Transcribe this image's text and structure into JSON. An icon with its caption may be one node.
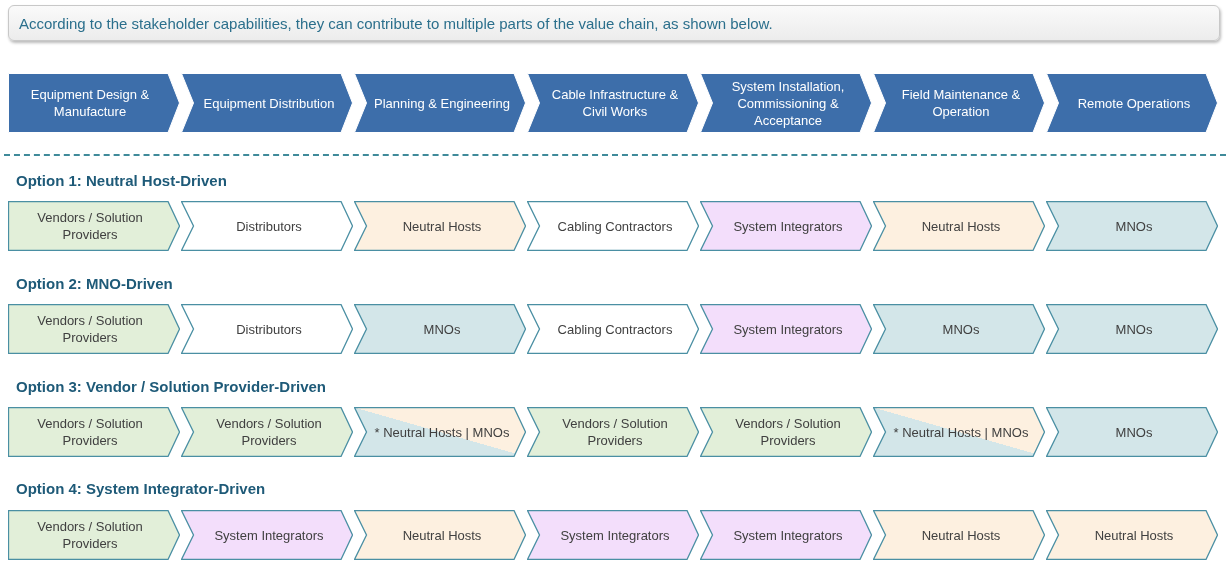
{
  "diagram": {
    "title": "According to the stakeholder capabilities, they can contribute to multiple parts of the value chain, as shown below.",
    "nodes": [
      {
        "text": [
          "Equipment Design & Manufacture"
        ]
      },
      {
        "text": [
          "Equipment Distribution"
        ]
      },
      {
        "text": [
          "Planning & Engineering"
        ]
      },
      {
        "text": [
          "Cable Infrastructure & Civil Works"
        ]
      },
      {
        "text": [
          "System Installation, Commissioning & Acceptance"
        ]
      },
      {
        "text": [
          "Field Maintenance & Operation"
        ]
      },
      {
        "text": [
          "Remote Operations"
        ]
      },
      {
        "text": [
          "Vendors / Solution Providers"
        ]
      },
      {
        "text": [
          "Distributors"
        ]
      },
      {
        "text": [
          "Neutral Hosts"
        ]
      },
      {
        "text": [
          "Cabling Contractors"
        ]
      },
      {
        "text": [
          "System Integrators"
        ]
      },
      {
        "text": [
          "Neutral Hosts"
        ]
      },
      {
        "text": [
          "MNOs"
        ]
      },
      {
        "text": [
          "Vendors / Solution Providers"
        ]
      },
      {
        "text": [
          "Distributors"
        ]
      },
      {
        "text": [
          "MNOs"
        ]
      },
      {
        "text": [
          "Cabling Contractors"
        ]
      },
      {
        "text": [
          "System Integrators"
        ]
      },
      {
        "text": [
          "MNOs"
        ]
      },
      {
        "text": [
          "MNOs"
        ]
      },
      {
        "text": [
          "Vendors / Solution Providers"
        ]
      },
      {
        "text": [
          "Vendors / Solution Providers"
        ]
      },
      {
        "text": [
          "* Neutral Hosts | MNOs"
        ]
      },
      {
        "text": [
          "Vendors / Solution Providers"
        ]
      },
      {
        "text": [
          "Vendors / Solution Providers"
        ]
      },
      {
        "text": [
          "* Neutral Hosts | MNOs"
        ]
      },
      {
        "text": [
          "MNOs"
        ]
      },
      {
        "text": [
          "Vendors / Solution Providers"
        ]
      },
      {
        "text": [
          "System Integrators"
        ]
      },
      {
        "text": [
          "Neutral Hosts"
        ]
      },
      {
        "text": [
          "System Integrators"
        ]
      },
      {
        "text": [
          "System Integrators"
        ]
      },
      {
        "text": [
          "Neutral Hosts"
        ]
      },
      {
        "text": [
          "Neutral Hosts"
        ]
      }
    ],
    "edges": [],
    "labels": [
      "Option 1: Neutral Host-Driven",
      "Option 2: MNO-Driven",
      "Option 3: Vendor / Solution Provider-Driven",
      "Option 4: System Integrator-Driven"
    ]
  }
}
